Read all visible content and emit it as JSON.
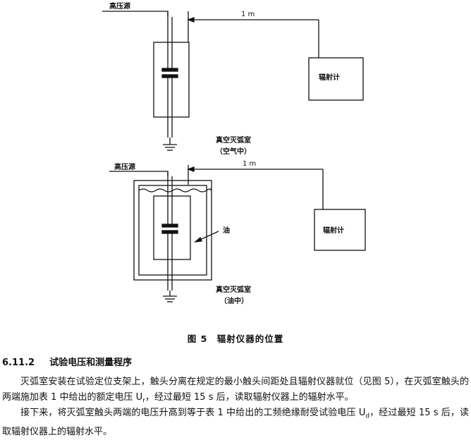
{
  "figure": {
    "top": {
      "source_label": "高压源",
      "distance_label": "1 m",
      "meter_label": "辐射计",
      "chamber_label_1": "真空灭弧室",
      "chamber_label_2": "（空气中）"
    },
    "bottom": {
      "source_label": "高压源",
      "distance_label": "1 m",
      "meter_label": "辐射计",
      "oil_label": "油",
      "chamber_label_1": "真空灭弧室",
      "chamber_label_2": "（油中）"
    },
    "caption": "图 5　辐射仪器的位置"
  },
  "section": {
    "number": "6.11.2",
    "title": "试验电压和测量程序"
  },
  "paragraphs": {
    "p1": "灭弧室安装在试验定位支架上，触头分离在规定的最小触头间距处且辐射仪器就位（见图 5），在灭弧室触头的两端施加表 1 中给出的额定电压 U",
    "p1_sub": "r",
    "p1_tail": "，经过最短 15 s 后，读取辐射仪器上的辐射水平。",
    "p2": "接下来，将灭弧室触头两端的电压升高到等于表 1 中给出的工频绝缘耐受试验电压 U",
    "p2_sub": "d",
    "p2_tail": "，经过最短 15 s 后，读取辐射仪器上的辐射水平。"
  }
}
